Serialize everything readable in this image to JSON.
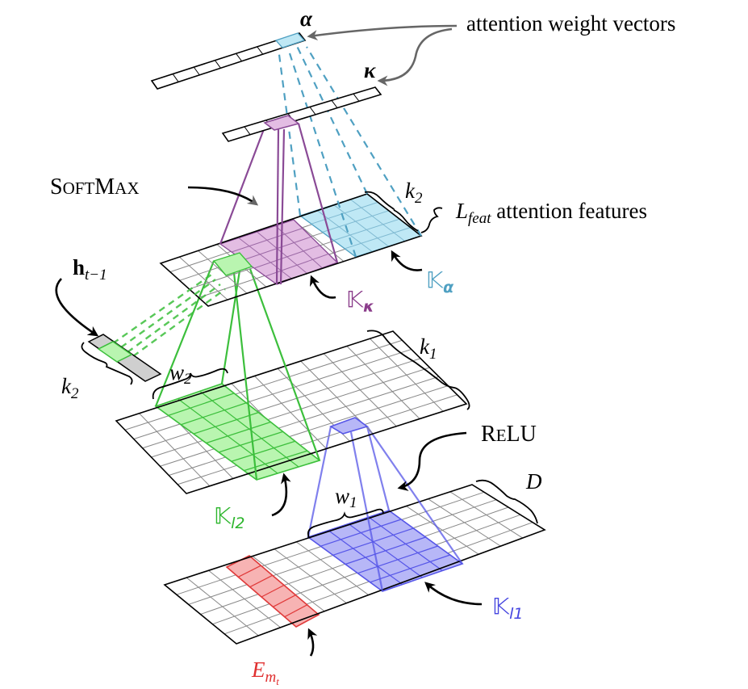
{
  "labels": {
    "attention_weight_vectors": "attention weight vectors",
    "alpha": "α",
    "kappa": "κ",
    "softmax_first": "S",
    "softmax_rest1": "OFT",
    "softmax_M": "M",
    "softmax_rest2": "AX",
    "k2_top": "k",
    "k2_top_sub": "2",
    "lfeat_L": "L",
    "lfeat_sub": "feat",
    "lfeat_text": " attention features",
    "K_alpha": "𝕂",
    "K_alpha_sub": "α",
    "K_kappa": "𝕂",
    "K_kappa_sub": "κ",
    "h": "h",
    "h_sub": "t−1",
    "k2_left": "k",
    "k2_left_sub": "2",
    "w2": "w",
    "w2_sub": "2",
    "k1": "k",
    "k1_sub": "1",
    "relu_R": "R",
    "relu_e": "E",
    "relu_LU": "LU",
    "D": "D",
    "w1": "w",
    "w1_sub": "1",
    "K_l2": "𝕂",
    "K_l2_sub": "l2",
    "K_l1": "𝕂",
    "K_l1_sub": "l1",
    "E": "E",
    "E_sub": "m",
    "E_subsub": "t"
  },
  "colors": {
    "green": "#3cbf3c",
    "green_fill": "#b9f5b0",
    "purple": "#8a4a96",
    "purple_fill": "#e3bde3",
    "cyan": "#4fa0c2",
    "cyan_fill": "#bfe8f5",
    "blue": "#5656e8",
    "blue_fill": "#b7b7f7",
    "red": "#e03a3a",
    "red_fill": "#f7b3b3",
    "gray_fill": "#cfcfcf",
    "alpha_label": "#4fa0c2",
    "kappa_label": "#8a3c8a",
    "l2_label": "#2bb52b",
    "l1_label": "#4545e0",
    "E_label": "#e03030"
  }
}
